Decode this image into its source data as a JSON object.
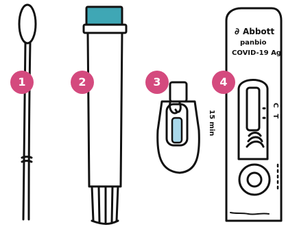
{
  "steps": [
    {
      "number": "1",
      "item": "swab"
    },
    {
      "number": "2",
      "item": "extraction-tube"
    },
    {
      "number": "3",
      "item": "dropper-nozzle"
    },
    {
      "number": "4",
      "item": "test-cassette"
    }
  ],
  "cassette": {
    "brand": "Abbott",
    "line1": "panbio",
    "line2": "COVID-19 Ag",
    "timer": "15 min",
    "control_mark": "C",
    "test_mark": "T"
  },
  "colors": {
    "badge": "#d44a7e",
    "tube_cap": "#3fa7b5",
    "fluid": "#a9d8ea",
    "ink": "#111111"
  }
}
